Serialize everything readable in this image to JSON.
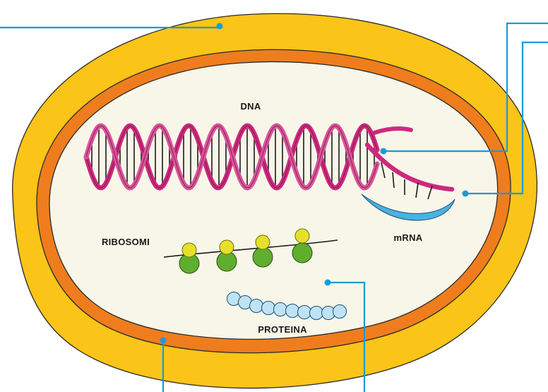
{
  "labels": {
    "dna": "DNA",
    "mrna": "mRNA",
    "ribosomi": "RIBOSOMI",
    "proteina": "PROTEINA"
  },
  "colors": {
    "capsule": "#fbc418",
    "membrane": "#ef7d1d",
    "cytoplasm": "#f8f6e8",
    "dna": "#cc2a7d",
    "mrna": "#49b2e0",
    "ribosome_small": "#e6e02a",
    "ribosome_large": "#5fae2e",
    "protein": "#bfe3f5",
    "pointer": "#1c9ad6"
  }
}
